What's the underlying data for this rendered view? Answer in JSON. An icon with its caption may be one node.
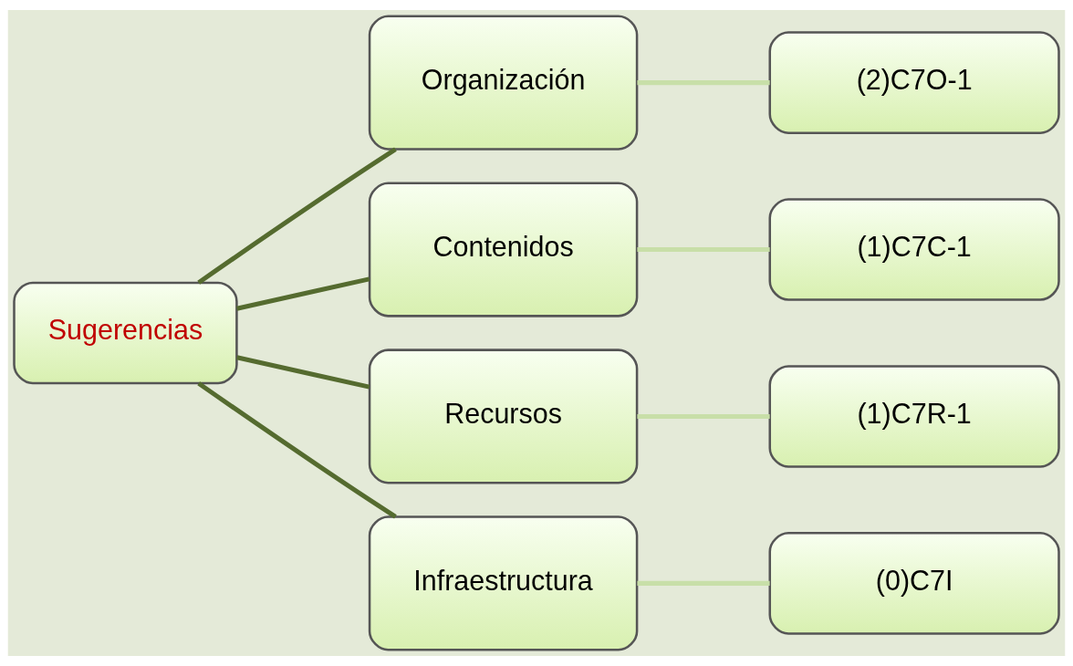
{
  "diagram": {
    "nodes": [
      {
        "text": [
          "Sugerencias"
        ]
      },
      {
        "text": [
          "Organización"
        ]
      },
      {
        "text": [
          "Contenidos"
        ]
      },
      {
        "text": [
          "Recursos"
        ]
      },
      {
        "text": [
          "Infraestructura"
        ]
      },
      {
        "text": [
          "(2)C7O-1"
        ]
      },
      {
        "text": [
          "(1)C7C-1"
        ]
      },
      {
        "text": [
          "(1)C7R-1"
        ]
      },
      {
        "text": [
          "(0)C7I"
        ]
      }
    ],
    "edges": [
      {
        "from": 0,
        "to": 1,
        "arrow": "none"
      },
      {
        "from": 0,
        "to": 2,
        "arrow": "none"
      },
      {
        "from": 0,
        "to": 3,
        "arrow": "none"
      },
      {
        "from": 0,
        "to": 4,
        "arrow": "none"
      },
      {
        "from": 1,
        "to": 5,
        "arrow": "none",
        "color": "#c8dfa8"
      },
      {
        "from": 2,
        "to": 6,
        "arrow": "none",
        "color": "#c8dfa8"
      },
      {
        "from": 3,
        "to": 7,
        "arrow": "none",
        "color": "#c8dfa8"
      },
      {
        "from": 4,
        "to": 8,
        "arrow": "none",
        "color": "#c8dfa8"
      }
    ]
  }
}
